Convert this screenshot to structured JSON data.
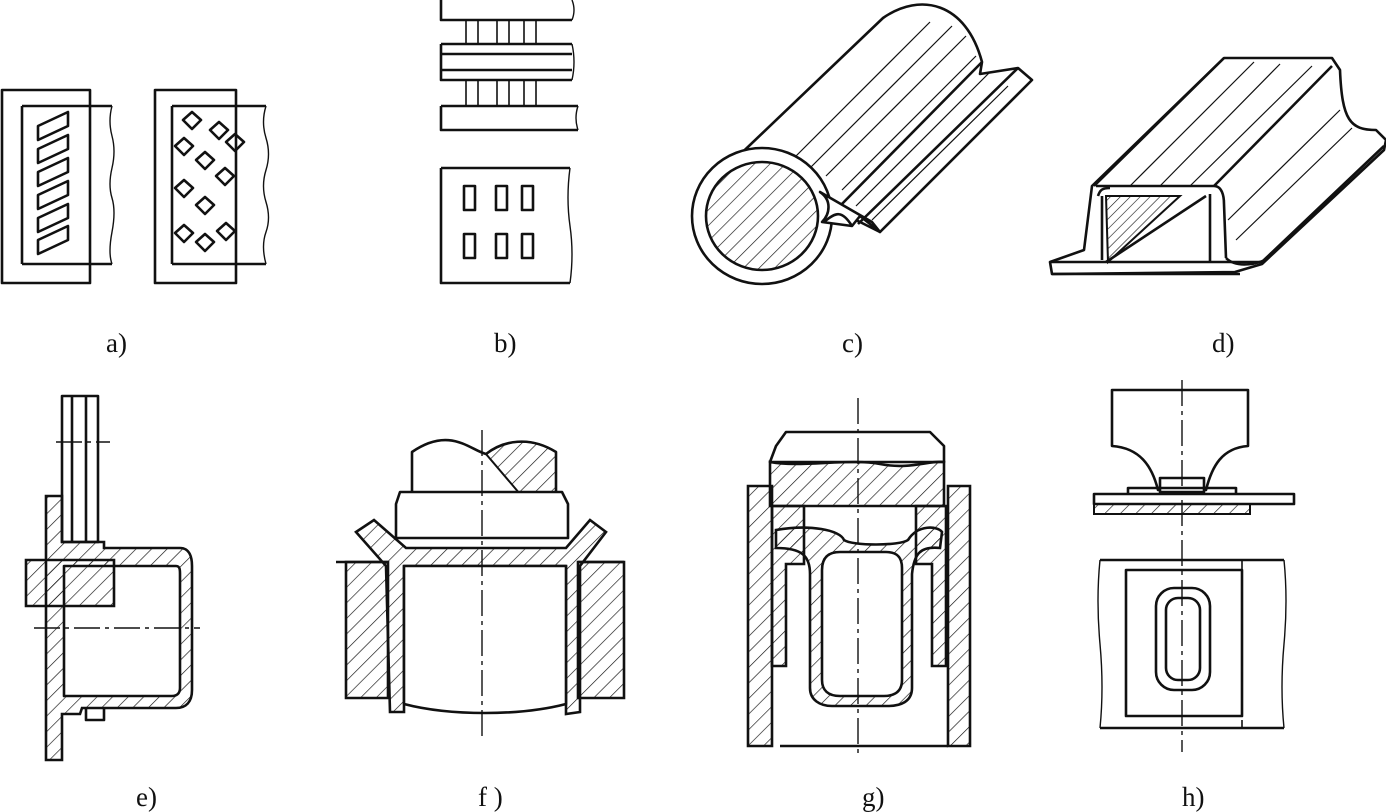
{
  "figure": {
    "labels": {
      "a": "a)",
      "b": "b)",
      "c": "c)",
      "d": "d)",
      "e": "e)",
      "f": "f )",
      "g": "g)",
      "h": "h)"
    }
  }
}
